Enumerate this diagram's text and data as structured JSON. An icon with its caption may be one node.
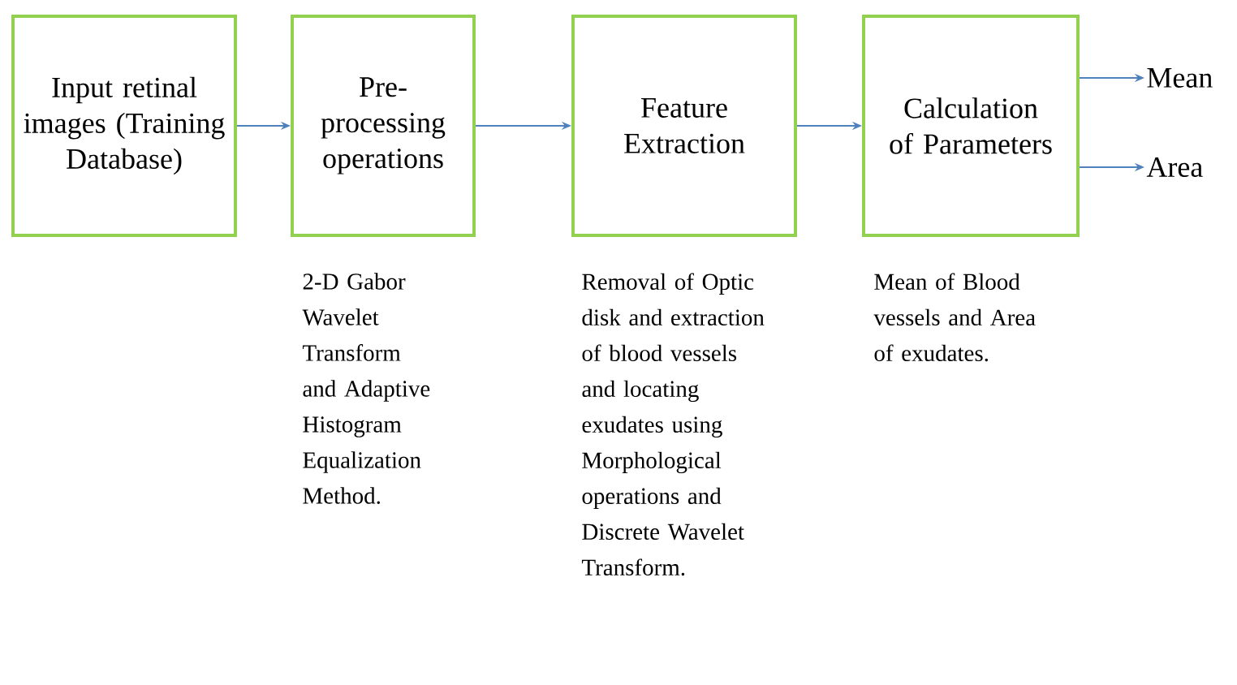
{
  "diagram": {
    "nodes": [
      {
        "text": [
          "Input retinal images (Training Database)"
        ]
      },
      {
        "text": [
          "Pre-processing operations"
        ],
        "beside": [
          "2-D Gabor Wavelet Transform and Adaptive Histogram Equalization Method."
        ]
      },
      {
        "text": [
          "Feature Extraction"
        ],
        "beside": [
          "Removal of Optic disk and extraction of blood vessels and locating exudates using Morphological operations and Discrete Wavelet Transform."
        ]
      },
      {
        "text": [
          "Calculation of Parameters"
        ],
        "beside": [
          "Mean of Blood vessels and Area of exudates."
        ]
      },
      {
        "text": [
          "Mean"
        ]
      },
      {
        "text": [
          "Area"
        ]
      }
    ],
    "edges": [
      {
        "from": 0,
        "to": 1,
        "arrow": "to"
      },
      {
        "from": 1,
        "to": 2,
        "arrow": "to"
      },
      {
        "from": 2,
        "to": 3,
        "arrow": "to"
      },
      {
        "from": 3,
        "to": 4,
        "arrow": "to"
      },
      {
        "from": 3,
        "to": 5,
        "arrow": "to"
      }
    ]
  }
}
